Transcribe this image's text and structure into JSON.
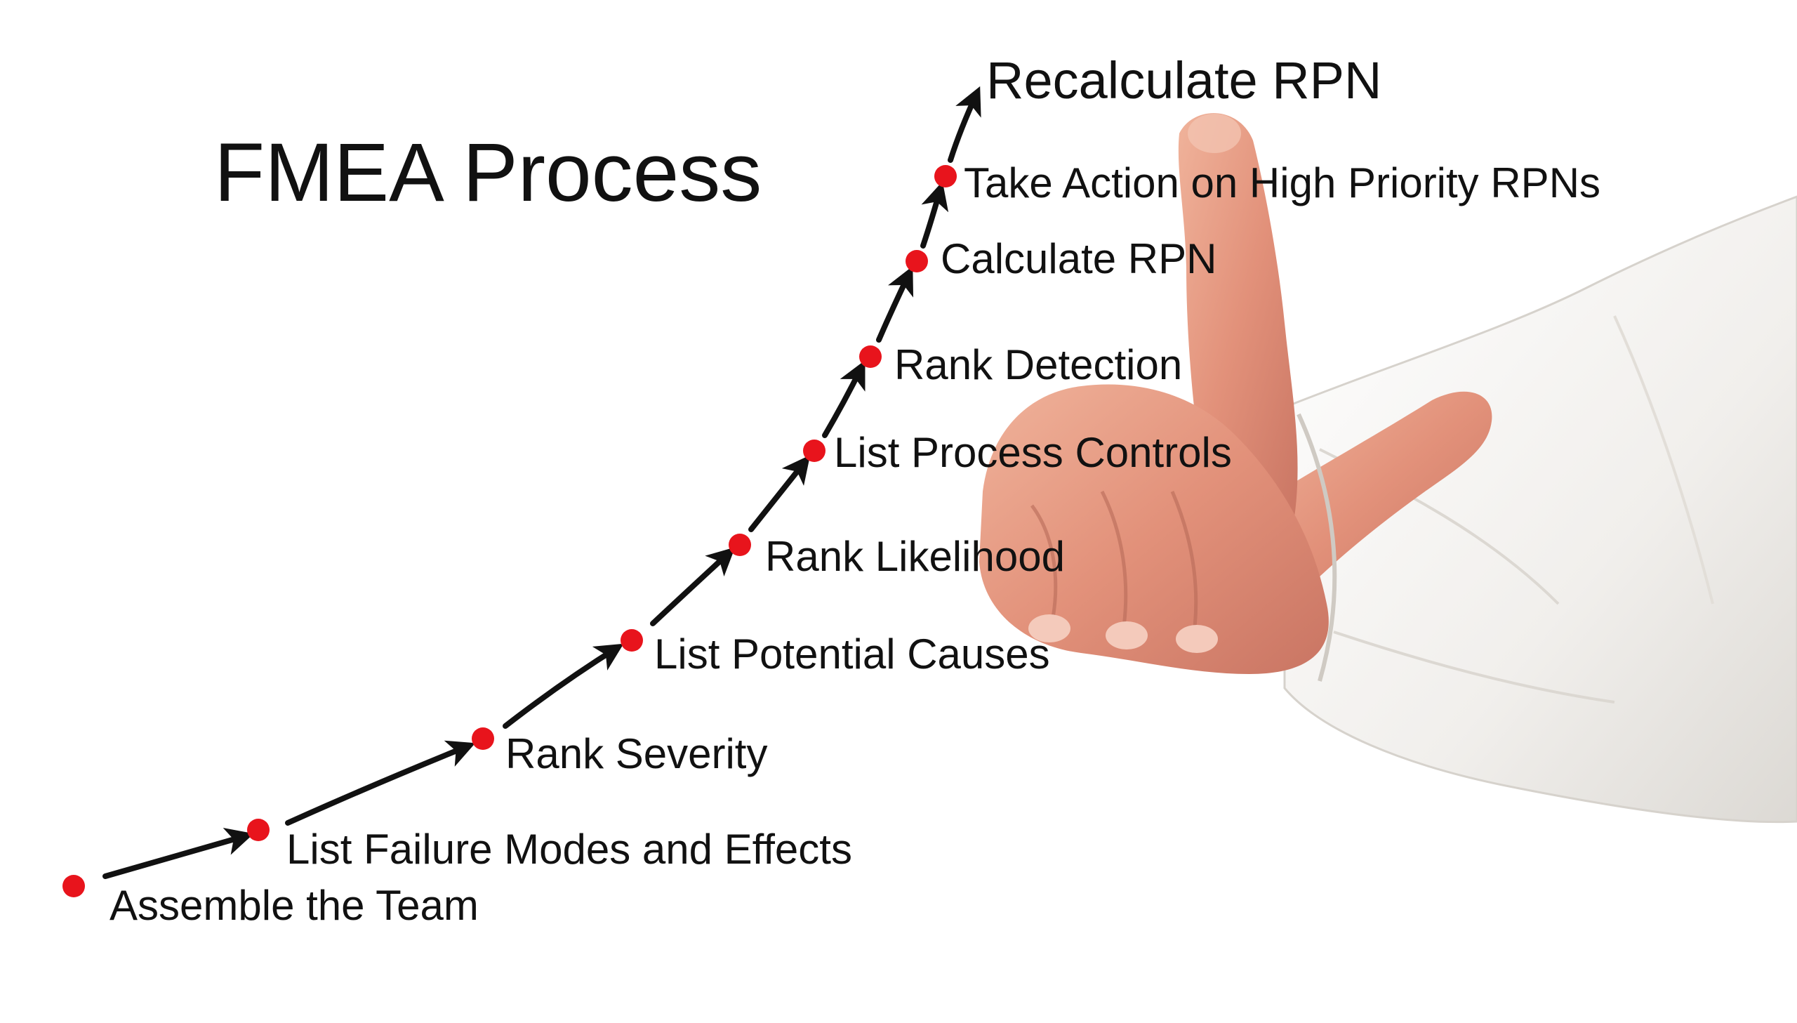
{
  "title": "FMEA Process",
  "steps": [
    "Assemble the Team",
    "List Failure Modes and Effects",
    "Rank Severity",
    "List Potential Causes",
    "Rank Likelihood",
    "List Process Controls",
    "Rank Detection",
    "Calculate RPN",
    "Take Action on High Priority RPNs",
    "Recalculate RPN"
  ],
  "colors": {
    "dot": "#e8141c",
    "arrow": "#111111",
    "text": "#111111",
    "background": "#ffffff",
    "skin": "#e2917a",
    "shirt": "#f3f1ee"
  },
  "icons": {
    "hand": "pointing-hand-icon",
    "marker": "red-dot-icon",
    "connector": "arrow-icon"
  }
}
